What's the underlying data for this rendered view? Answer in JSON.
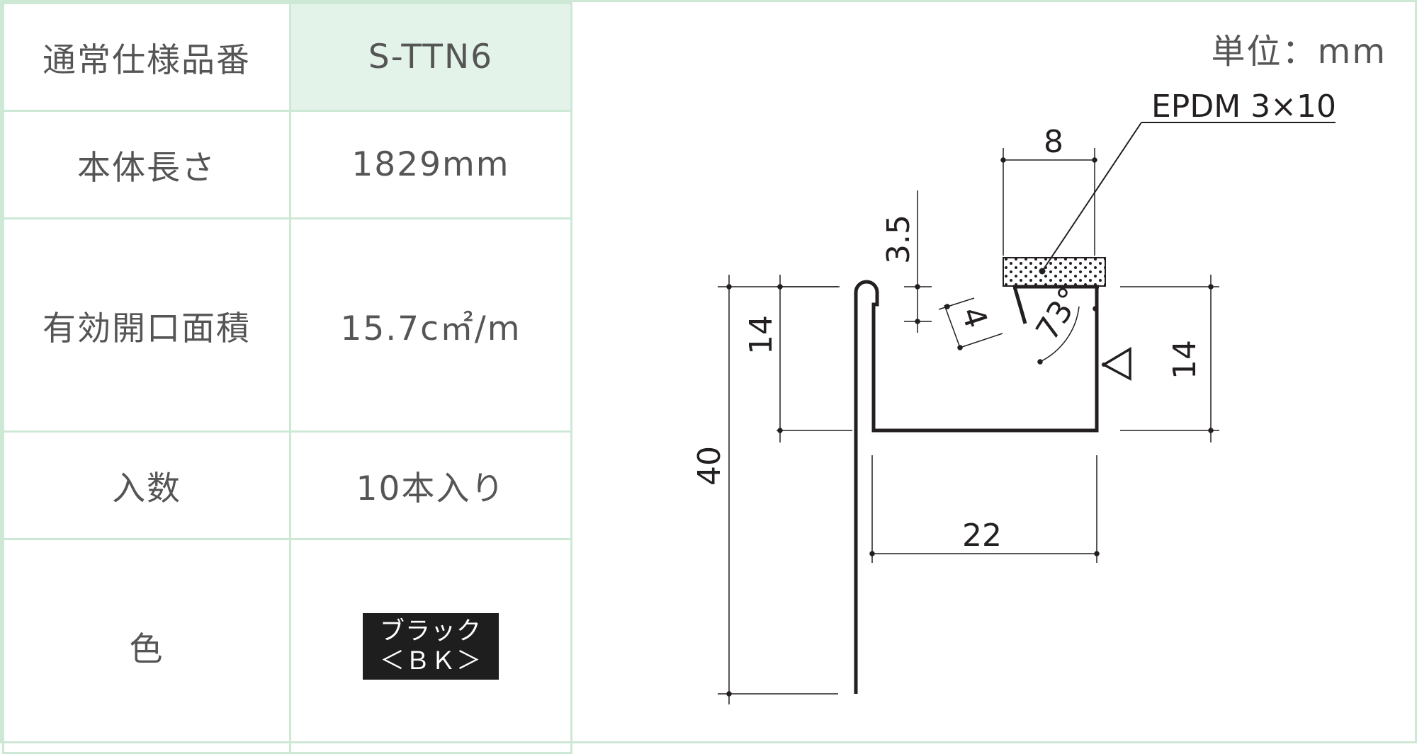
{
  "specs": {
    "part_number": {
      "label": "通常仕様品番",
      "value": "S-TTN6"
    },
    "body_length": {
      "label": "本体長さ",
      "value": "1829mm"
    },
    "opening_area": {
      "label": "有効開口面積",
      "value": "15.7c㎡/m"
    },
    "quantity": {
      "label": "入数",
      "value": "10本入り"
    },
    "color": {
      "label": "色",
      "badge_line1": "ブラック",
      "badge_line2": "＜ＢＫ＞"
    }
  },
  "drawing": {
    "unit": "単位：mm",
    "material_note": "EPDM 3×10",
    "dimensions": {
      "gasket_width": "8",
      "gasket_thickness": "3.5",
      "lip_length": "4",
      "angle": "73°",
      "left_flange_height": "14",
      "right_flange_height": "14",
      "total_height": "40",
      "channel_width": "22"
    }
  },
  "colors": {
    "border": "#cde9d6",
    "highlight": "#e3f3ea",
    "text": "#555555",
    "badge": "#1e1e1e",
    "line": "#231f20"
  }
}
